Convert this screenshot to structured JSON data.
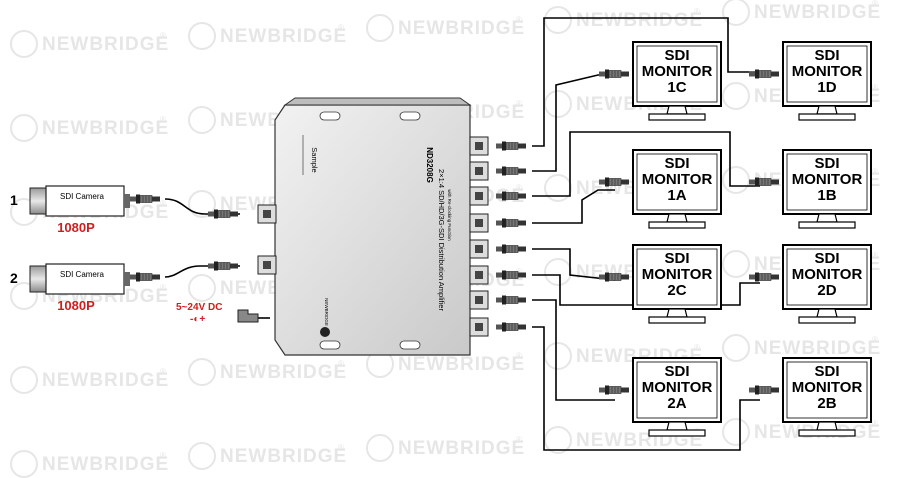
{
  "watermark": {
    "brand": "NEWBRIDGE",
    "registered": "®"
  },
  "device": {
    "model": "ND3208G",
    "description": "2×1:4 SD/HD/3G-SDI Distribution Amplifier",
    "subtitle": "with Re-clocking Function",
    "sample_label": "Sample",
    "logo_text": "NEWBRIDGE"
  },
  "power": {
    "label": "5~24V DC",
    "polarity": "-◐+"
  },
  "cameras": [
    {
      "number": "1",
      "label": "SDI Camera",
      "resolution": "1080P"
    },
    {
      "number": "2",
      "label": "SDI Camera",
      "resolution": "1080P"
    }
  ],
  "monitors": [
    {
      "id": "1C",
      "line1": "SDI",
      "line2": "MONITOR",
      "line3": "1C"
    },
    {
      "id": "1D",
      "line1": "SDI",
      "line2": "MONITOR",
      "line3": "1D"
    },
    {
      "id": "1A",
      "line1": "SDI",
      "line2": "MONITOR",
      "line3": "1A"
    },
    {
      "id": "1B",
      "line1": "SDI",
      "line2": "MONITOR",
      "line3": "1B"
    },
    {
      "id": "2C",
      "line1": "SDI",
      "line2": "MONITOR",
      "line3": "2C"
    },
    {
      "id": "2D",
      "line1": "SDI",
      "line2": "MONITOR",
      "line3": "2D"
    },
    {
      "id": "2A",
      "line1": "SDI",
      "line2": "MONITOR",
      "line3": "2A"
    },
    {
      "id": "2B",
      "line1": "SDI",
      "line2": "MONITOR",
      "line3": "2B"
    }
  ],
  "colors": {
    "accent_red": "#cc1f1f",
    "watermark_gray": "#e6e6e6",
    "device_body": "#d9d9d9"
  }
}
